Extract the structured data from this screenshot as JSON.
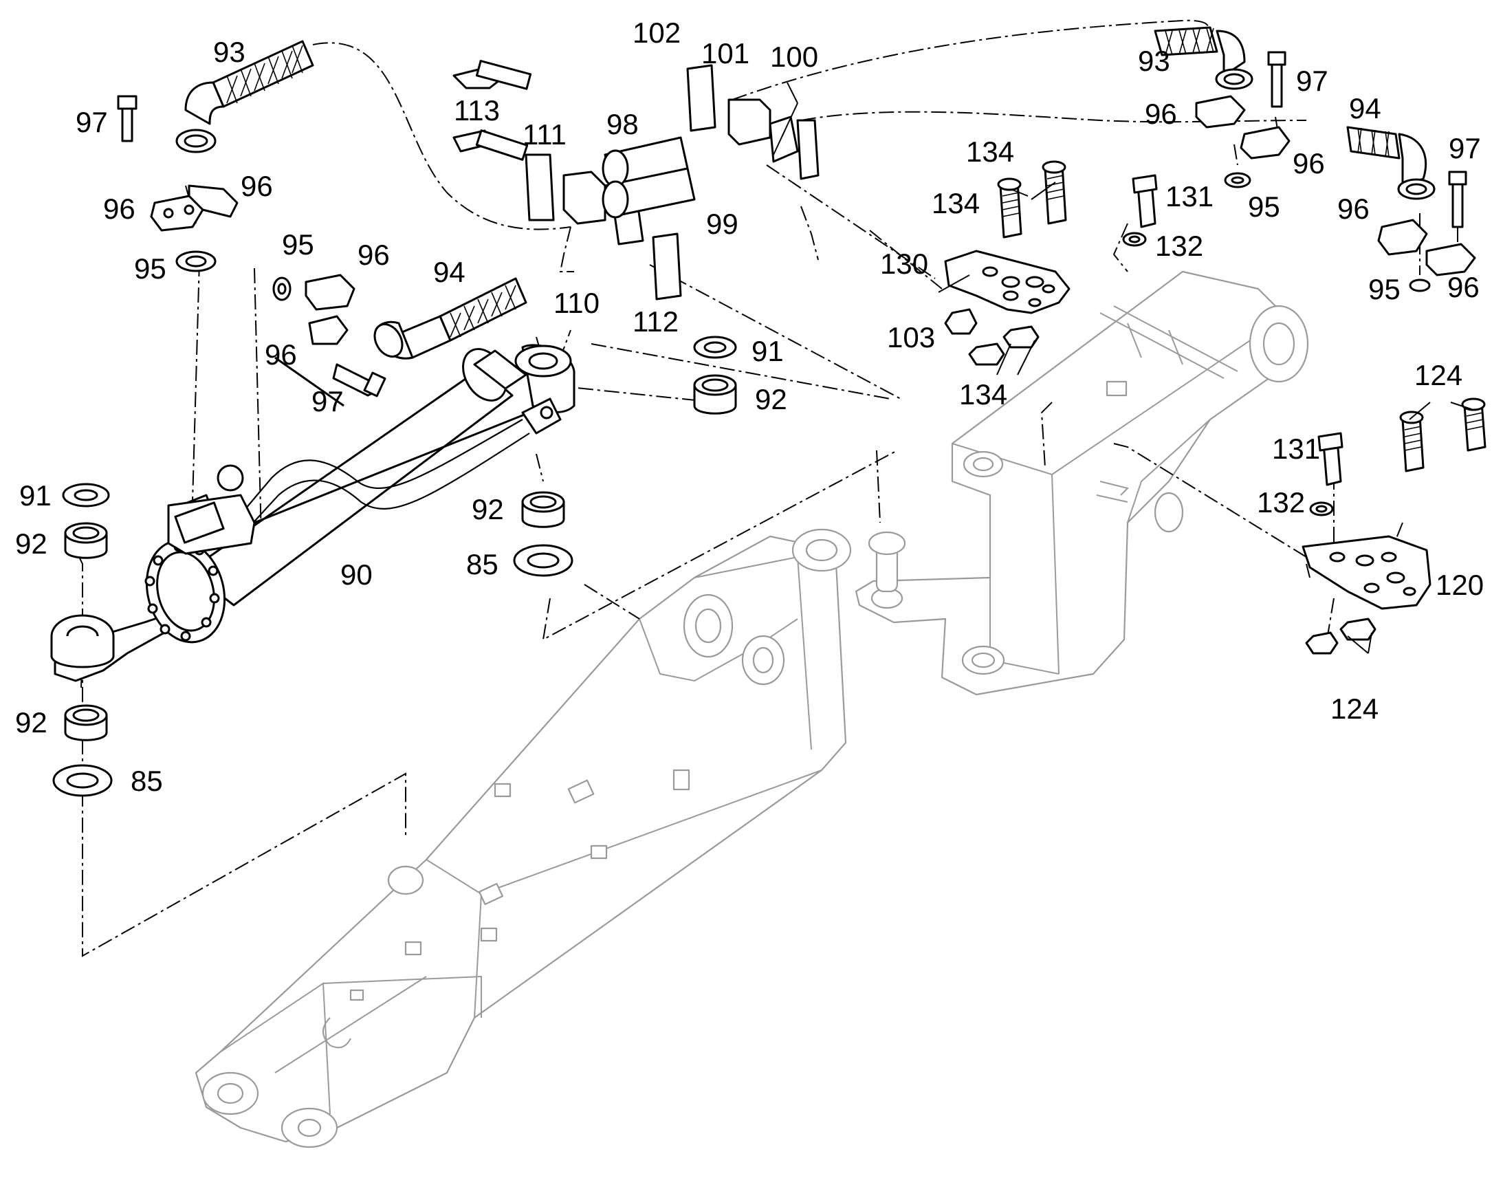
{
  "callouts": [
    {
      "text": "93"
    },
    {
      "text": "97"
    },
    {
      "text": "96"
    },
    {
      "text": "96"
    },
    {
      "text": "95"
    },
    {
      "text": "95"
    },
    {
      "text": "96"
    },
    {
      "text": "94"
    },
    {
      "text": "96"
    },
    {
      "text": "97"
    },
    {
      "text": "102"
    },
    {
      "text": "101"
    },
    {
      "text": "100"
    },
    {
      "text": "113"
    },
    {
      "text": "111"
    },
    {
      "text": "98"
    },
    {
      "text": "99"
    },
    {
      "text": "110"
    },
    {
      "text": "112"
    },
    {
      "text": "91"
    },
    {
      "text": "92"
    },
    {
      "text": "91"
    },
    {
      "text": "92"
    },
    {
      "text": "90"
    },
    {
      "text": "92"
    },
    {
      "text": "85"
    },
    {
      "text": "92"
    },
    {
      "text": "85"
    },
    {
      "text": "93"
    },
    {
      "text": "97"
    },
    {
      "text": "96"
    },
    {
      "text": "96"
    },
    {
      "text": "95"
    },
    {
      "text": "94"
    },
    {
      "text": "97"
    },
    {
      "text": "96"
    },
    {
      "text": "95"
    },
    {
      "text": "96"
    },
    {
      "text": "134"
    },
    {
      "text": "134"
    },
    {
      "text": "131"
    },
    {
      "text": "132"
    },
    {
      "text": "130"
    },
    {
      "text": "103"
    },
    {
      "text": "134"
    },
    {
      "text": "124"
    },
    {
      "text": "131"
    },
    {
      "text": "132"
    },
    {
      "text": "120"
    },
    {
      "text": "124"
    }
  ]
}
